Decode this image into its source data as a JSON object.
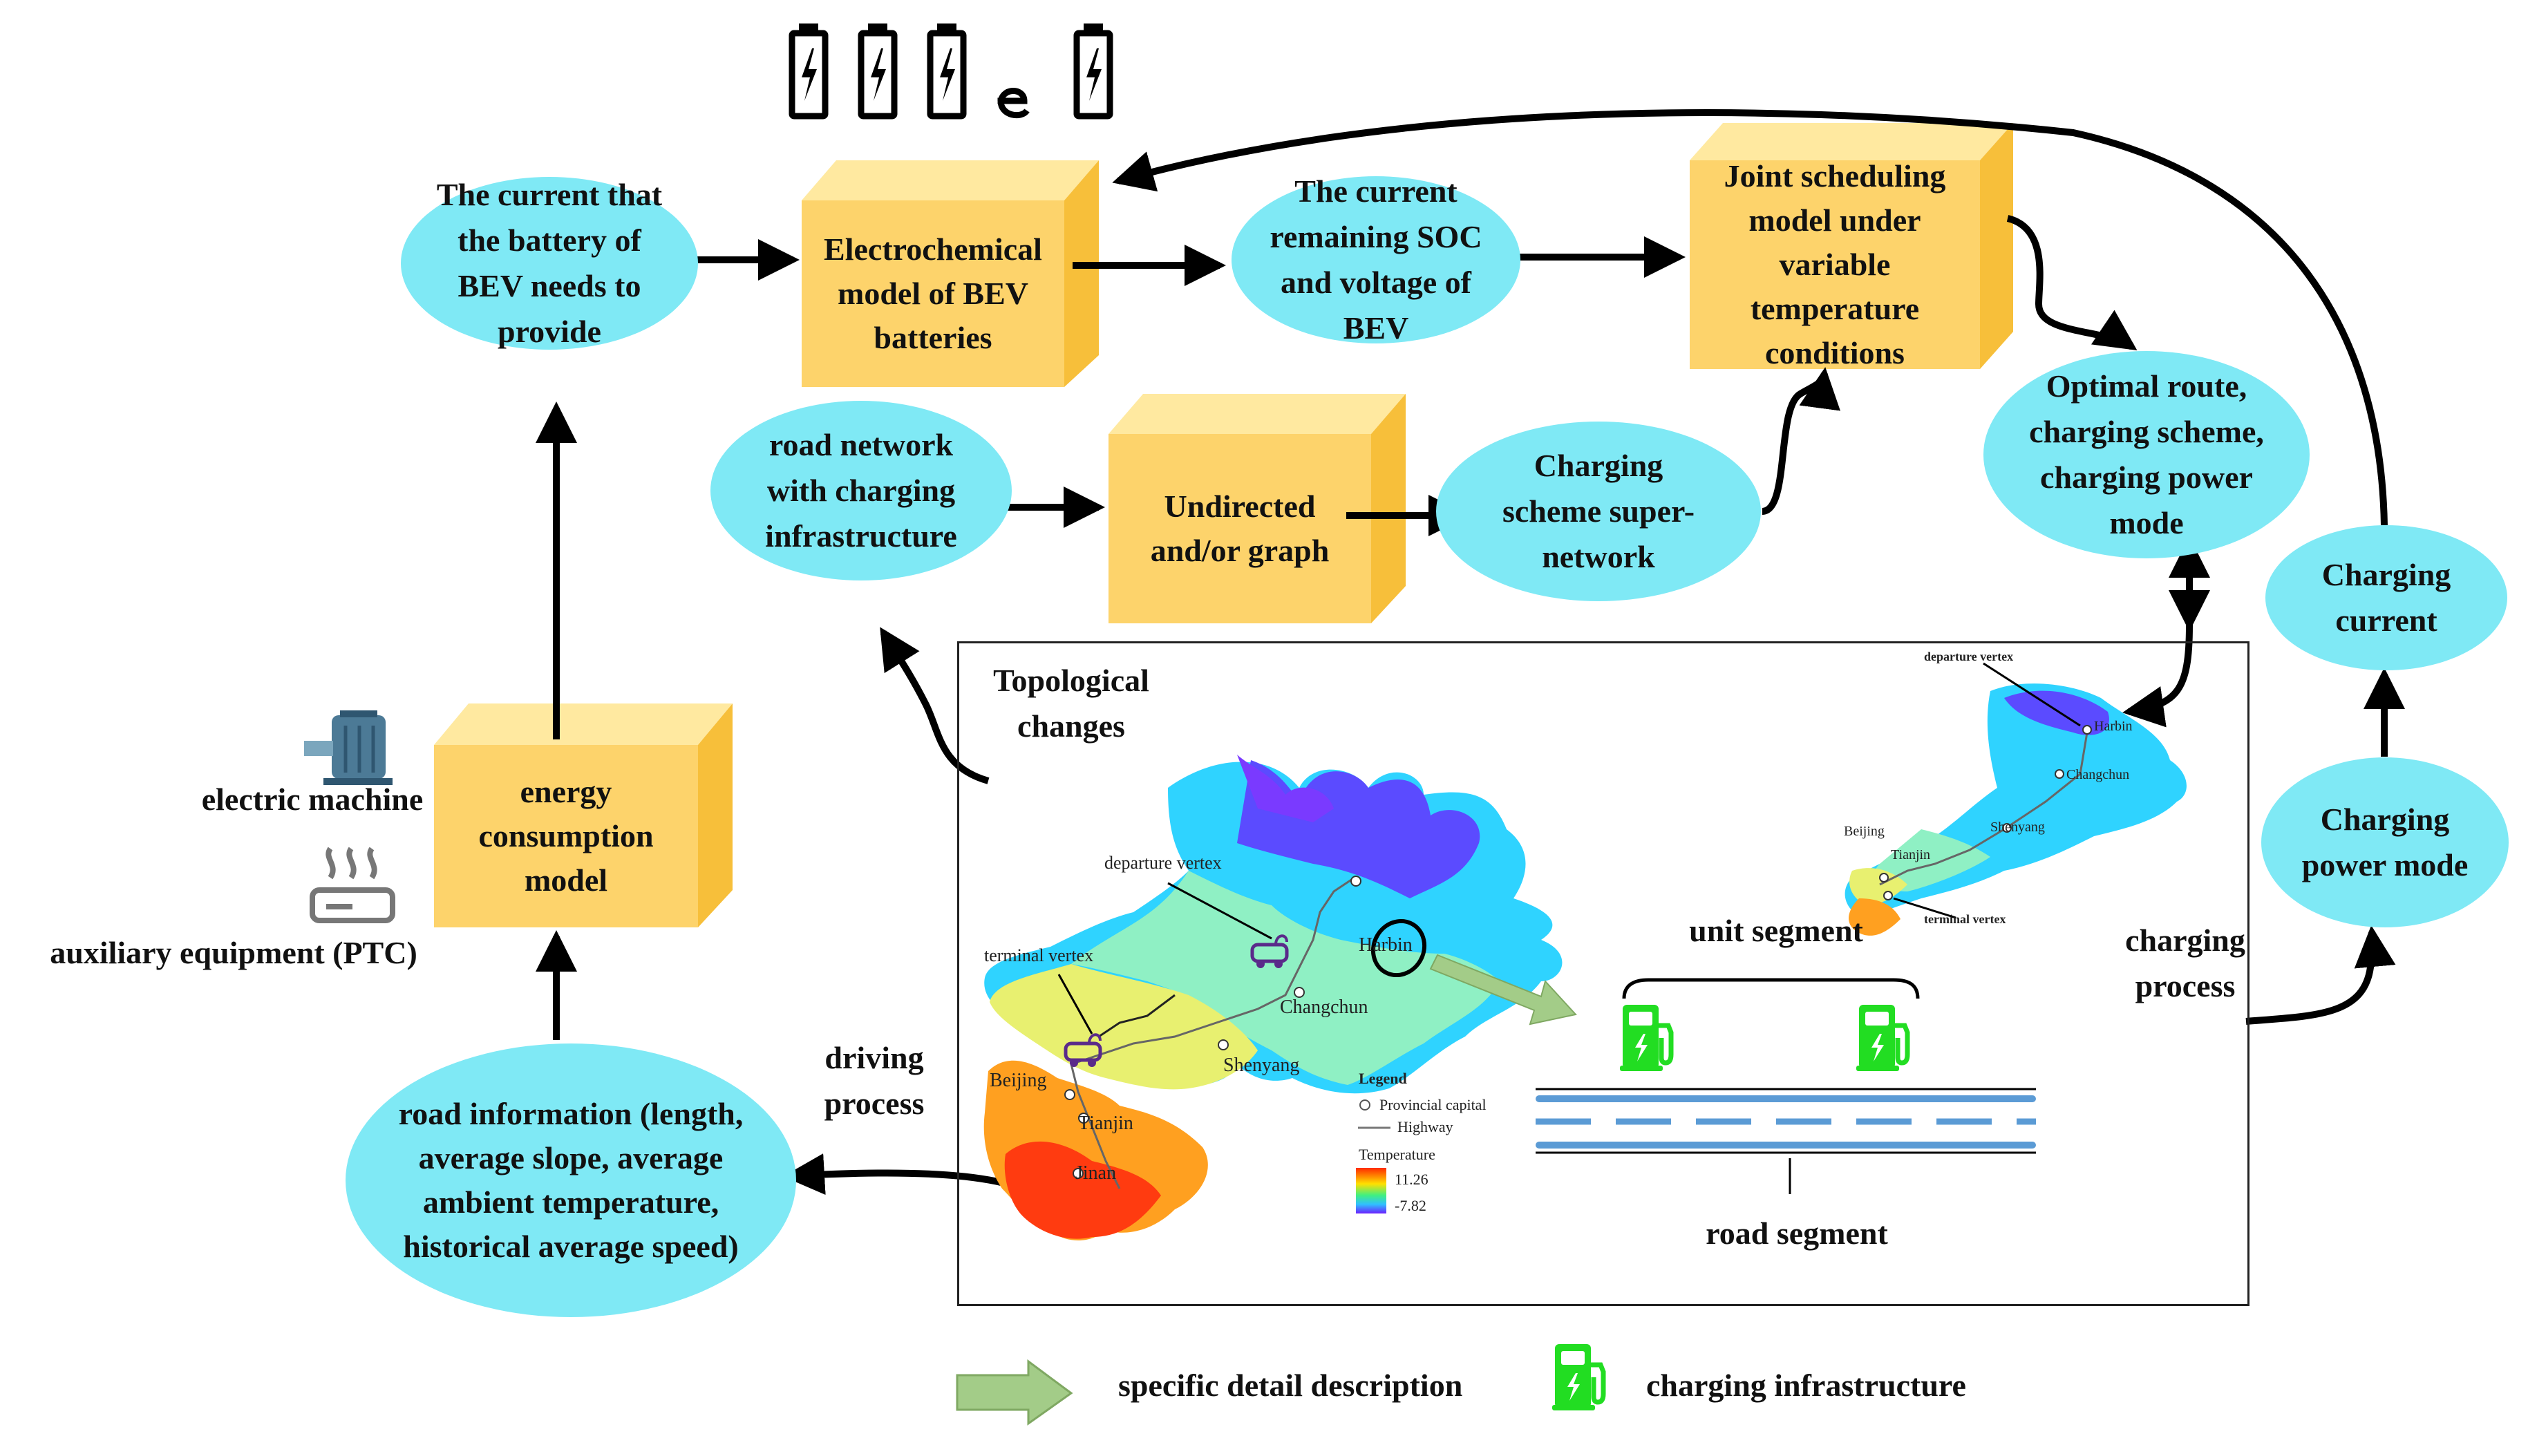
{
  "nodes": {
    "battery_current": "The current that the battery of BEV needs to provide",
    "electrochemical_model": "Electrochemical model of BEV batteries",
    "remaining_soc": "The current remaining SOC and voltage of BEV",
    "joint_scheduling": "Joint scheduling model  under variable temperature conditions",
    "road_network": "road network with charging infrastructure",
    "graph": "Undirected and/or graph",
    "super_network": "Charging scheme super-network",
    "optimal_route": "Optimal route, charging scheme, charging power mode",
    "charging_current": "Charging current",
    "charging_power_mode": "Charging power mode",
    "energy_model": "energy consumption model",
    "road_info": "road information (length, average slope, average ambient temperature, historical average speed)"
  },
  "labels": {
    "electric_machine": "electric machine",
    "auxiliary": "auxiliary equipment (PTC)",
    "driving_process": "driving process",
    "charging_process": "charging process",
    "topological_changes": "Topological changes",
    "unit_segment": "unit segment",
    "road_segment": "road segment"
  },
  "map": {
    "departure_vertex": "departure vertex",
    "terminal_vertex": "terminal vertex",
    "cities": [
      "Harbin",
      "Changchun",
      "Shenyang",
      "Beijing",
      "Tianjin",
      "Jinan"
    ],
    "legend_title": "Legend",
    "legend_capital": "Provincial capital",
    "legend_highway": "Highway",
    "legend_temperature": "Temperature",
    "temp_max": "11.26",
    "temp_min": "-7.82"
  },
  "mini_map": {
    "departure_vertex": "departure vertex",
    "terminal_vertex": "terminal vertex",
    "cities": [
      "Harbin",
      "Changchun",
      "Shenyang",
      "Beijing",
      "Tianjin"
    ]
  },
  "legend": {
    "arrow_label": "specific detail description",
    "station_label": "charging infrastructure"
  },
  "colors": {
    "ellipse": "#7fe9f5",
    "cube_front": "#fdd36b",
    "cube_side": "#f7bf3a",
    "charger_green": "#22dd22",
    "detail_arrow": "#a3cc88"
  }
}
